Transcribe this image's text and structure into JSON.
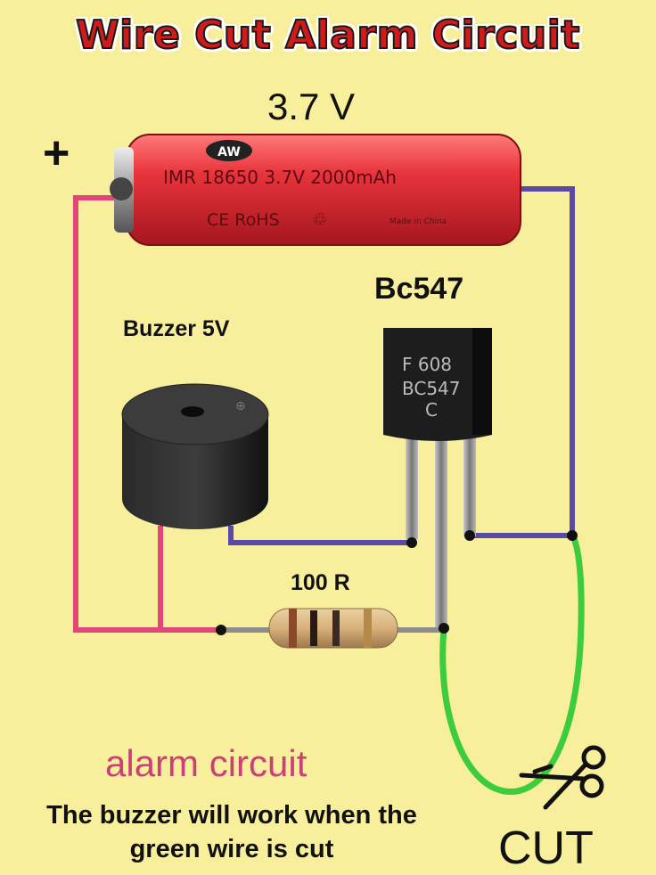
{
  "title": "Wire Cut Alarm Circuit",
  "battery": {
    "voltage_label": "3.7 V",
    "positive_symbol": "+",
    "brand": "AW",
    "print_line": "IMR 18650 3.7V 2000mAh",
    "marks": "CE RoHS",
    "made_in": "Made in China"
  },
  "transistor": {
    "label": "Bc547",
    "marking_line1": "F 608",
    "marking_line2": "BC547",
    "marking_line3": "C"
  },
  "buzzer": {
    "label": "Buzzer 5V"
  },
  "resistor": {
    "label": "100 R"
  },
  "caption": {
    "heading": "alarm circuit",
    "line1": "The buzzer will work when the",
    "line2": "green wire is cut"
  },
  "cut_label": "CUT",
  "colors": {
    "background": "#f7ef9c",
    "battery": "#e8343c",
    "wire_positive": "#e2457a",
    "wire_signal": "#5a4aa8",
    "wire_sense": "#3ccc3c",
    "title": "#d11a1a",
    "caption_heading": "#cc3f7a"
  },
  "icons": [
    "scissors-icon",
    "recycle-icon"
  ]
}
